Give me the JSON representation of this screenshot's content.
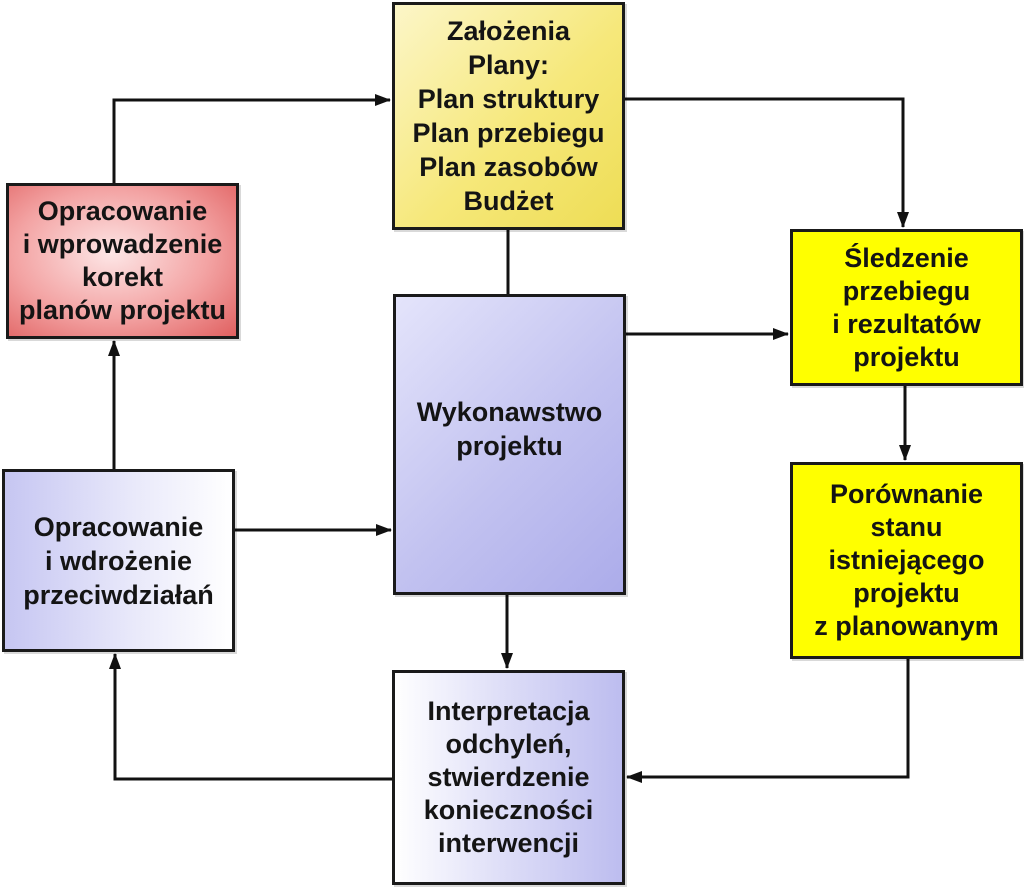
{
  "nodes": {
    "zalozenia": {
      "lines": [
        "Założenia",
        "Plany:",
        "Plan struktury",
        "Plan przebiegu",
        "Plan zasobów",
        "Budżet"
      ]
    },
    "korekta": {
      "lines": [
        "Opracowanie",
        "i wprowadzenie",
        "korekt",
        "planów projektu"
      ]
    },
    "sledzenie": {
      "lines": [
        "Śledzenie",
        "przebiegu",
        "i rezultatów",
        "projektu"
      ]
    },
    "wykonawstwo": {
      "lines": [
        "Wykonawstwo",
        "projektu"
      ]
    },
    "przeciwdzialania": {
      "lines": [
        "Opracowanie",
        "i wdrożenie",
        "przeciwdziałań"
      ]
    },
    "porownanie": {
      "lines": [
        "Porównanie",
        "stanu",
        "istniejącego",
        "projektu",
        "z planowanym"
      ]
    },
    "interpretacja": {
      "lines": [
        "Interpretacja",
        "odchyleń,",
        "stwierdzenie",
        "konieczności",
        "interwencji"
      ]
    }
  },
  "colors": {
    "plan_box": "#f6e87a",
    "correction_box": "#f3a3a3",
    "tracking_box": "#ffff00",
    "execution_box": "#c2c2f0",
    "line": "#111111"
  }
}
